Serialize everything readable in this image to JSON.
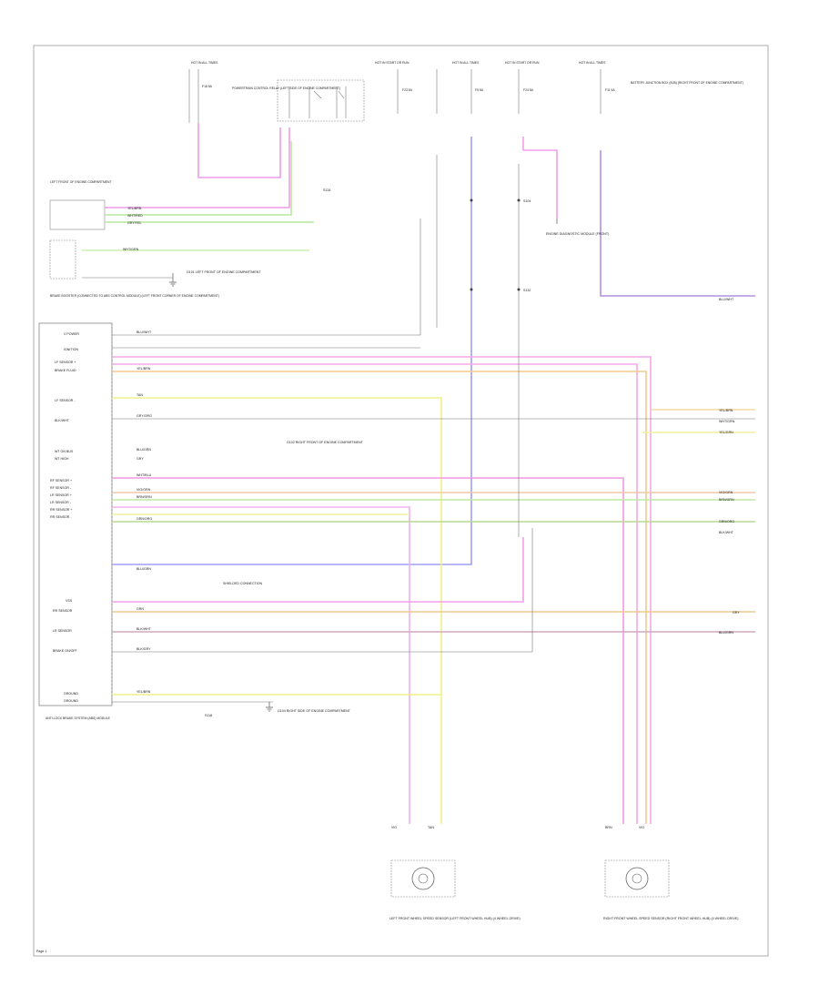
{
  "diagram": {
    "page_number": "Page 1",
    "fuse_labels": [
      "HOT IN ALL TIMES",
      "HOT IN START OR RUN",
      "HOT IN ALL TIMES",
      "HOT IN START OR RUN",
      "HOT IN ALL TIMES"
    ],
    "fuse_names": [
      "F18 5A",
      "F23 5A",
      "F5 5A",
      "F24 5A",
      "F11 5A"
    ],
    "relay_label": "POWERTRAIN CONTROL RELAY (LEFT SIDE OF ENGINE COMPARTMENT)",
    "battery_junction_box": "BATTERY JUNCTION BOX (BJB) (RIGHT FRONT OF ENGINE COMPARTMENT)",
    "splice_labels": [
      "S104",
      "S132",
      "S134",
      "S118"
    ],
    "ground_labels": [
      "G101 LEFT FRONT OF ENGINE COMPARTMENT",
      "G102 RIGHT FRONT OF ENGINE COMPARTMENT",
      "SHIELDED CONNECTION",
      "G104 RIGHT SIDE OF ENGINE COMPARTMENT"
    ],
    "top_left_component": "LEFT FRONT OF ENGINE COMPARTMENT",
    "main_module": "BRAKE BOOSTER (CONNECTED TO ABS CONTROL MODULE) (LEFT FRONT CORNER OF ENGINE COMPARTMENT)",
    "module_footer": "ANTI-LOCK BRAKE SYSTEM (ABS) MODULE",
    "module_pins": [
      "V POWER",
      "IGNITION",
      "LF SENSOR +",
      "BRAKE FLUID",
      "LF SENSOR -",
      "BLK/WHT",
      "WT ON BUS",
      "WT HIGH",
      "RF SENSOR +",
      "RF SENSOR -",
      "LR SENSOR +",
      "LR SENSOR -",
      "RR SENSOR +",
      "RR SENSOR -",
      "VSS",
      "RR SENSOR",
      "LR SENSOR",
      "BRAKE ON/OFF",
      "GROUND",
      "GROUND"
    ],
    "wire_colors": [
      "YEL/BRN",
      "WHT/RED",
      "GRY/YEL",
      "WHT/GRN",
      "BLU/WHT",
      "YEL/BRN",
      "TAN",
      "GRY/ORG",
      "BLU/GRN",
      "GRY",
      "WHT/BLU",
      "VIO/GRN",
      "BRN/GRN",
      "GRN/ORG",
      "YEL/BRN",
      "GRN",
      "BLK/WHT",
      "BLK/GRY",
      "BLU/GRN"
    ],
    "right_edge_labels": [
      "BLU/WHT",
      "YEL/BRN",
      "WHT/GRN",
      "YEL/GRN",
      "VIO/GRN",
      "BRN/GRN",
      "GRN/ORG",
      "BLK/WHT",
      "GRY",
      "BLU/GRN"
    ],
    "sensor_left": "LEFT FRONT WHEEL SPEED SENSOR (LEFT FRONT WHEEL HUB) (4 WHEEL DRIVE)",
    "sensor_right": "RIGHT FRONT WHEEL SPEED SENSOR (RIGHT FRONT WHEEL HUB) (4 WHEEL DRIVE)",
    "sensor_left_wires": [
      "VIO",
      "TAN"
    ],
    "sensor_right_wires": [
      "BRN",
      "VIO"
    ],
    "mid_connector": "ENGINE DIAGNOSTIC MODULE (FRONT)"
  }
}
